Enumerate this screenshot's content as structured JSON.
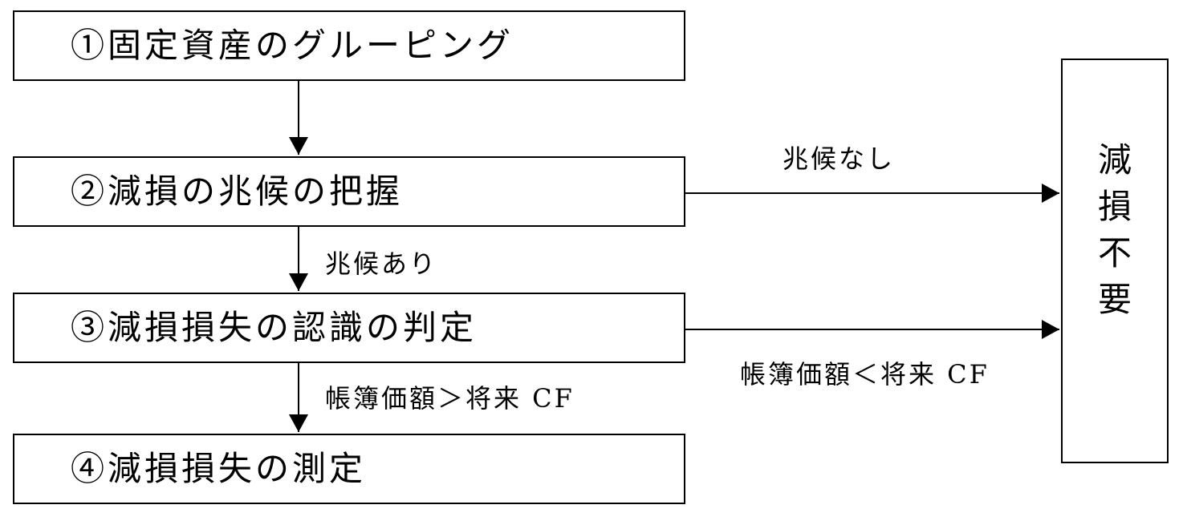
{
  "steps": [
    {
      "label": "①固定資産のグルーピング"
    },
    {
      "label": "②減損の兆候の把握"
    },
    {
      "label": "③減損損失の認識の判定"
    },
    {
      "label": "④減損損失の測定"
    }
  ],
  "result_box": {
    "chars": [
      "減",
      "損",
      "不",
      "要"
    ]
  },
  "edges": {
    "no_sign": "兆候なし",
    "sign": "兆候あり",
    "book_gt_cf": "帳簿価額＞将来 CF",
    "book_lt_cf": "帳簿価額＜将来 CF"
  },
  "colors": {
    "line": "#000000",
    "background": "#ffffff"
  }
}
